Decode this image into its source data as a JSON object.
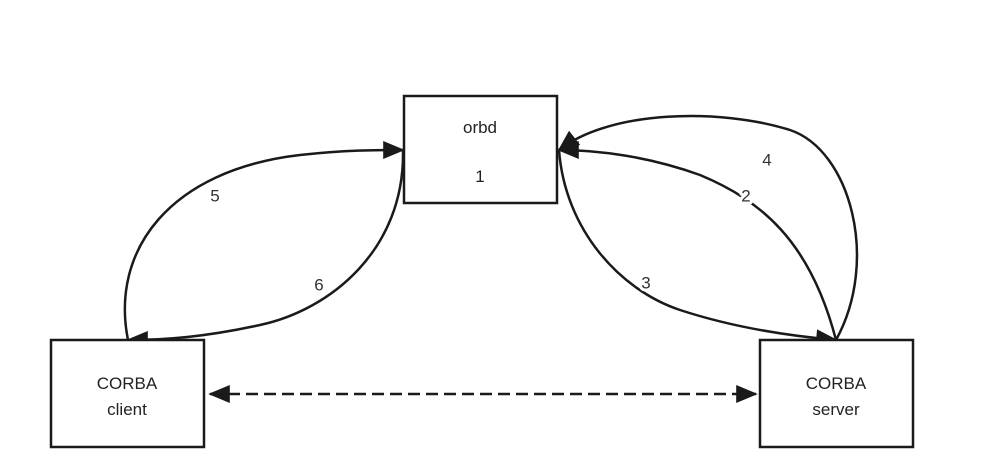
{
  "nodes": {
    "orbd": {
      "line1": "orbd",
      "line2": "1"
    },
    "client": {
      "line1": "CORBA",
      "line2": "client"
    },
    "server": {
      "line1": "CORBA",
      "line2": "server"
    }
  },
  "edges": {
    "e2": {
      "label": "2"
    },
    "e3": {
      "label": "3"
    },
    "e4": {
      "label": "4"
    },
    "e5": {
      "label": "5"
    },
    "e6": {
      "label": "6"
    }
  },
  "colors": {
    "stroke": "#1a1a1a",
    "text": "#222222",
    "background": "#ffffff"
  }
}
